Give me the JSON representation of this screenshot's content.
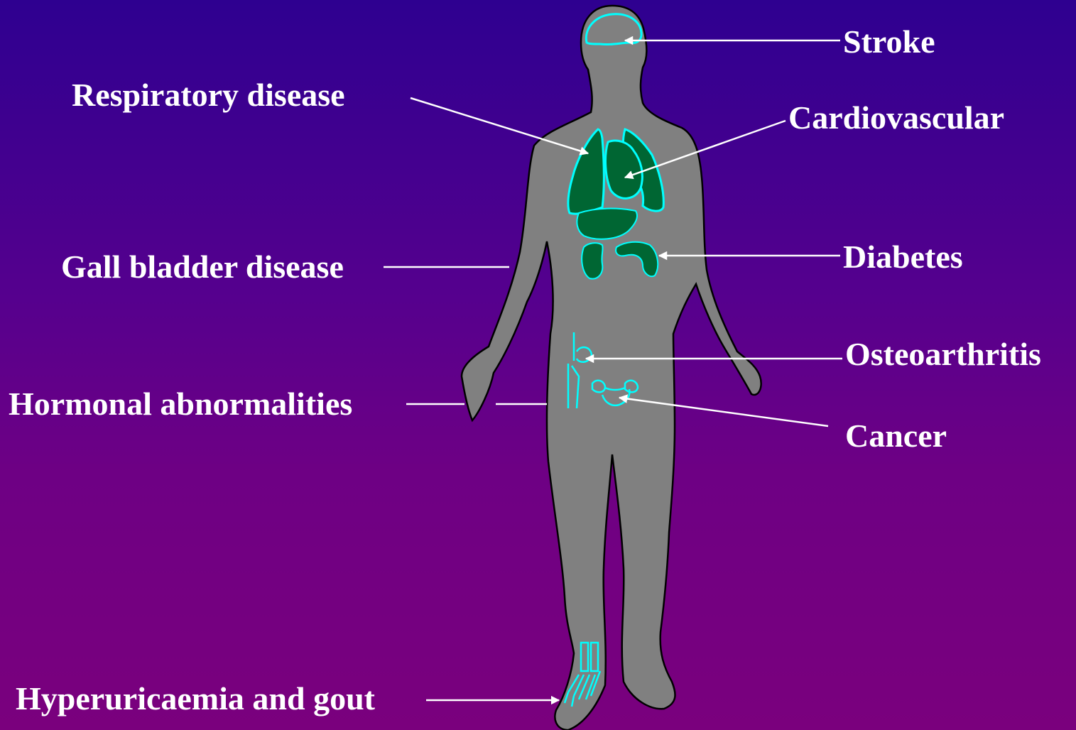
{
  "labels": {
    "stroke": "Stroke",
    "respiratory": "Respiratory disease",
    "cardiovascular": "Cardiovascular",
    "diabetes": "Diabetes",
    "gall_bladder": "Gall bladder disease",
    "osteoarthritis": "Osteoarthritis",
    "hormonal": "Hormonal abnormalities",
    "cancer": "Cancer",
    "gout": "Hyperuricaemia and gout"
  },
  "colors": {
    "background_top": "#2e0090",
    "background_bottom": "#7a007d",
    "body_fill": "#808080",
    "organ_fill": "#006633",
    "organ_outline": "#00ffff",
    "text": "#ffffff",
    "pointer_line": "#ffffff"
  }
}
